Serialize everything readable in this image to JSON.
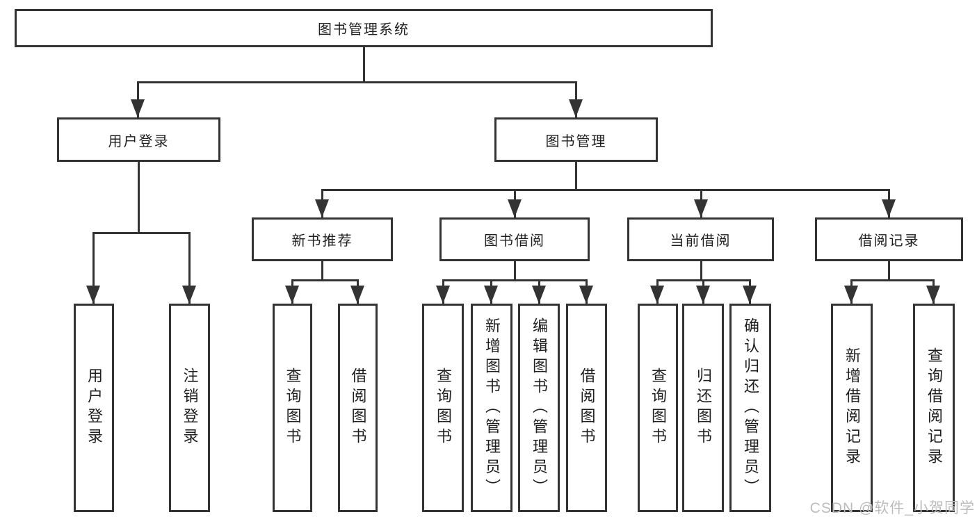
{
  "colors": {
    "line": "#333333",
    "text": "#1f1f1f",
    "background": "#ffffff",
    "watermark": "#bcbcbc"
  },
  "watermark": {
    "text": "CSDN @软件_小贺同学"
  },
  "diagram": {
    "type": "hierarchy",
    "root": {
      "label": "图书管理系统"
    },
    "branches": [
      {
        "label": "用户登录",
        "children": [
          {
            "label": "用户登录"
          },
          {
            "label": "注销登录"
          }
        ]
      },
      {
        "label": "图书管理",
        "children": [
          {
            "label": "新书推荐",
            "children": [
              {
                "label": "查询图书"
              },
              {
                "label": "借阅图书"
              }
            ]
          },
          {
            "label": "图书借阅",
            "children": [
              {
                "label": "查询图书"
              },
              {
                "label": "新增图书（管理员）"
              },
              {
                "label": "编辑图书（管理员）"
              },
              {
                "label": "借阅图书"
              }
            ]
          },
          {
            "label": "当前借阅",
            "children": [
              {
                "label": "查询图书"
              },
              {
                "label": "归还图书"
              },
              {
                "label": "确认归还（管理员）"
              }
            ]
          },
          {
            "label": "借阅记录",
            "children": [
              {
                "label": "新增借阅记录"
              },
              {
                "label": "查询借阅记录"
              }
            ]
          }
        ]
      }
    ]
  }
}
